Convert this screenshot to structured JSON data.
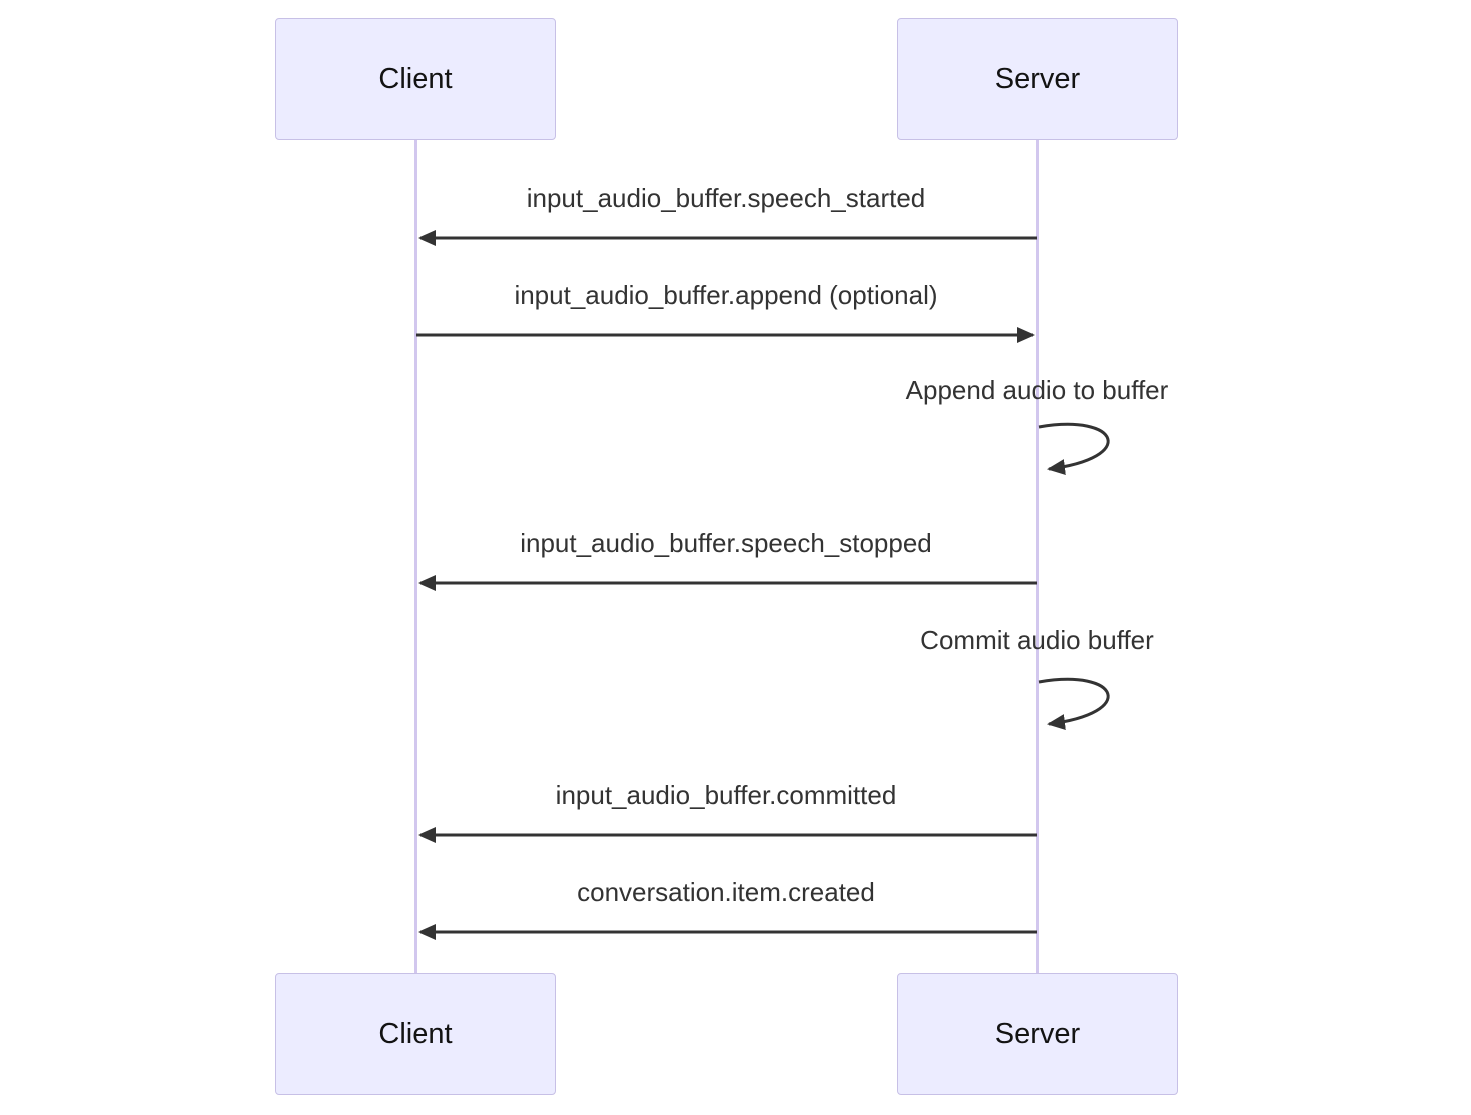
{
  "diagram": {
    "type": "sequence",
    "actors": [
      {
        "id": "client",
        "label": "Client"
      },
      {
        "id": "server",
        "label": "Server"
      }
    ],
    "messages": [
      {
        "from": "server",
        "to": "client",
        "kind": "arrow",
        "label": "input_audio_buffer.speech_started"
      },
      {
        "from": "client",
        "to": "server",
        "kind": "arrow",
        "label": "input_audio_buffer.append (optional)"
      },
      {
        "from": "server",
        "to": "server",
        "kind": "self-loop",
        "label": "Append audio to buffer"
      },
      {
        "from": "server",
        "to": "client",
        "kind": "arrow",
        "label": "input_audio_buffer.speech_stopped"
      },
      {
        "from": "server",
        "to": "server",
        "kind": "self-loop",
        "label": "Commit audio buffer"
      },
      {
        "from": "server",
        "to": "client",
        "kind": "arrow",
        "label": "input_audio_buffer.committed"
      },
      {
        "from": "server",
        "to": "client",
        "kind": "arrow",
        "label": "conversation.item.created"
      }
    ],
    "colors": {
      "actor_fill": "#ECECFF",
      "actor_border": "#C7C0E6",
      "lifeline": "#D2C7EE",
      "arrow": "#333333",
      "text": "#333333",
      "background": "#FFFFFF"
    }
  }
}
